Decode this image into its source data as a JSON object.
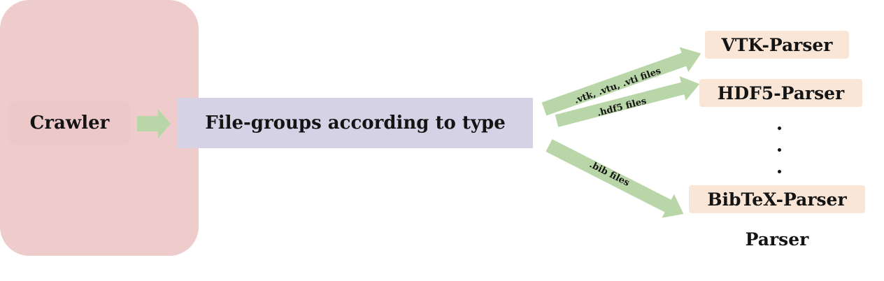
{
  "nodes": {
    "crawler": "Crawler",
    "file_groups": "File-groups according to type",
    "parser_group_label": "Parser",
    "parsers": {
      "vtk": "VTK-Parser",
      "hdf5": "HDF5-Parser",
      "ellipsis": "⋮",
      "bibtex": "BibTeX-Parser"
    }
  },
  "edges": {
    "vtk_label": ".vtk, .vtu, .vti files",
    "hdf5_label": ".hdf5 files",
    "bib_label": ".bib files"
  },
  "colors": {
    "crawler_fill": "#ecc9c8",
    "file_groups_fill": "#d6d2e6",
    "parser_container_fill": "#eecccb",
    "parser_item_fill": "#f9e6d6",
    "arrow_fill": "#b9d6a8",
    "text": "#141414"
  }
}
